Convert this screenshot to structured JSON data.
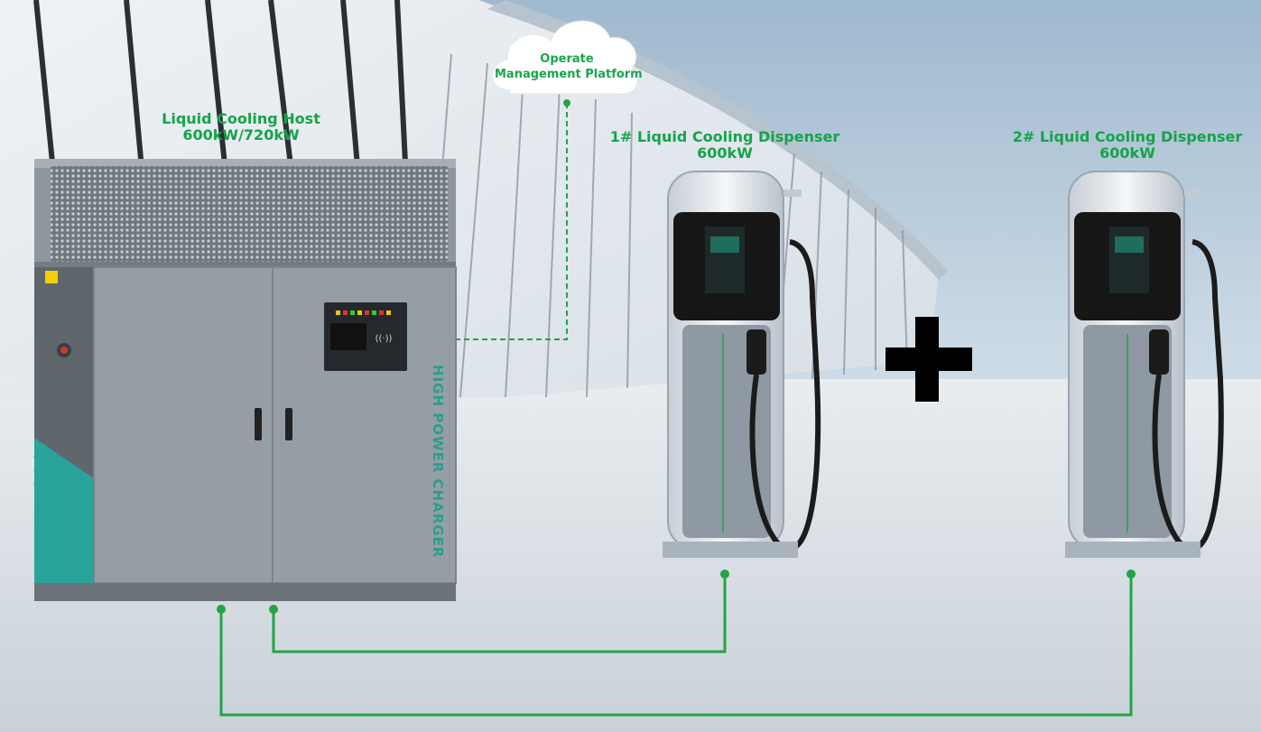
{
  "cloud": {
    "line1": "Operate",
    "line2": "Management Platform"
  },
  "host": {
    "title": "Liquid Cooling Host",
    "power": "600kW/720kW",
    "side_text": "HIGH POWER CHARGER"
  },
  "dispenser1": {
    "title": "1# Liquid Cooling Dispenser",
    "power": "600kW"
  },
  "dispenser2": {
    "title": "2# Liquid Cooling Dispenser",
    "power": "600kW"
  },
  "plus_symbol": "plus-icon",
  "colors": {
    "label_green": "#16a34a",
    "connector_green": "#22a447",
    "cabinet_gray": "#8c949b",
    "cabinet_teal": "#2aa39a",
    "dispenser_body": "#e9edf1",
    "screen_black": "#161616"
  }
}
